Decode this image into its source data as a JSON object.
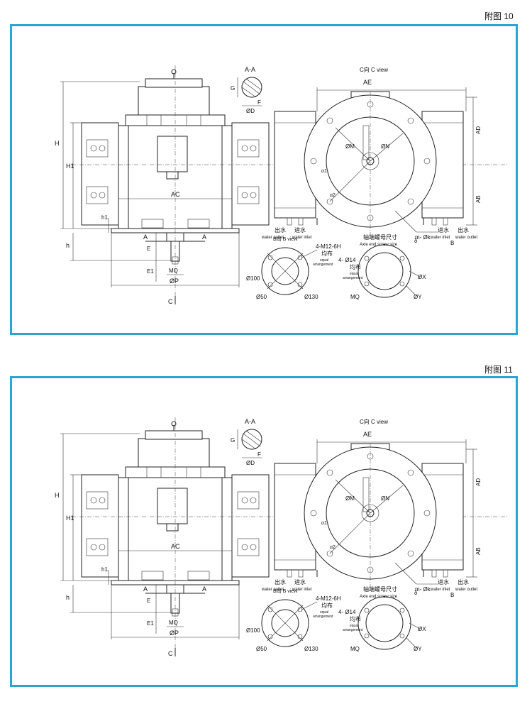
{
  "figures": [
    {
      "label": "附图 10"
    },
    {
      "label": "附图 11"
    }
  ],
  "labels": {
    "section_aa": "A-A",
    "c_view": "C向 C view",
    "b_view": "B向 B view",
    "ae": "AE",
    "ad": "AD",
    "ab": "AB",
    "ac": "AC",
    "h": "H",
    "h1": "H1",
    "h1_small": "h1",
    "h_small": "h",
    "g": "G",
    "f": "F",
    "phi_d": "ØD",
    "e": "E",
    "e1": "E1",
    "a": "A",
    "mq": "MQ",
    "phi_p": "ØP",
    "c": "C",
    "phi_m": "ØM",
    "phi_n": "ØN",
    "alpha1": "α1",
    "alpha2": "α2",
    "water_outlet_cn": "出水",
    "water_outlet_en": "water outlet",
    "water_inlet_cn": "进水",
    "water_inlet_en": "water inlet",
    "axle_cn": "轴端螺母尺寸",
    "axle_en": "Axle end screw size",
    "m_phik": "m- Øk",
    "b": "B",
    "m12": "4-M12-6H",
    "junbu": "均布",
    "equal": "equal",
    "arrangement": "arrangement",
    "phi14": "4- Ø14",
    "phi100": "Ø100",
    "phi50": "Ø50",
    "phi130": "Ø130",
    "phix": "ØX",
    "phiy": "ØY",
    "delta": "δ"
  }
}
